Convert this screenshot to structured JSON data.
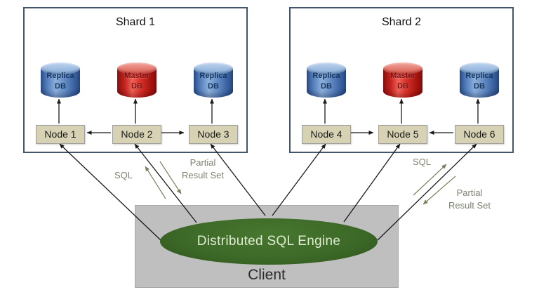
{
  "shards": [
    {
      "title": "Shard 1",
      "databases": [
        {
          "label": "Replica\nDB",
          "type": "replica"
        },
        {
          "label": "Master\nDB",
          "type": "master"
        },
        {
          "label": "Replica\nDB",
          "type": "replica"
        }
      ],
      "nodes": [
        {
          "label": "Node 1"
        },
        {
          "label": "Node 2"
        },
        {
          "label": "Node 3"
        }
      ]
    },
    {
      "title": "Shard 2",
      "databases": [
        {
          "label": "Replica\nDB",
          "type": "replica"
        },
        {
          "label": "Master\nDB",
          "type": "master"
        },
        {
          "label": "Replica\nDB",
          "type": "replica"
        }
      ],
      "nodes": [
        {
          "label": "Node 4"
        },
        {
          "label": "Node 5"
        },
        {
          "label": "Node 6"
        }
      ]
    }
  ],
  "engine": {
    "label": "Distributed SQL Engine"
  },
  "client": {
    "label": "Client"
  },
  "flow_labels": {
    "left_sql": "SQL",
    "left_partial": "Partial\nResult Set",
    "right_sql": "SQL",
    "right_partial": "Partial\nResult Set"
  },
  "colors": {
    "shard_border": "#44546a",
    "replica_body": "#4472a8",
    "replica_text": "#17375e",
    "master_body": "#c81e1a",
    "master_text": "#7a1113",
    "node_fill": "#d8d2b4",
    "node_border": "#9e9e9e",
    "engine_fill": "#3d6a28",
    "engine_text": "#dfead2",
    "client_fill": "#bfbfbf",
    "client_border": "#a8a8a8",
    "connector": "#1a1a1a",
    "flow_arrow": "#7d7d5e",
    "flow_text": "#7a8270"
  }
}
